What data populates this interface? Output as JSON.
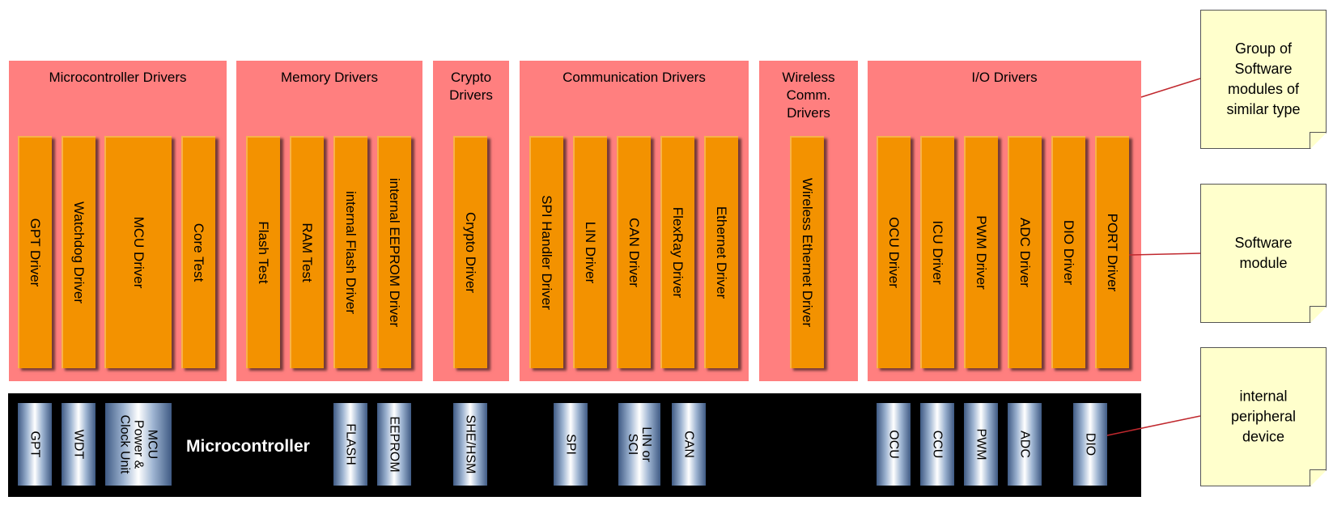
{
  "groups": [
    {
      "title": "Microcontroller Drivers",
      "modules": [
        "GPT Driver",
        "Watchdog Driver",
        "MCU Driver",
        "Core Test"
      ]
    },
    {
      "title": "Memory Drivers",
      "modules": [
        "Flash Test",
        "RAM Test",
        "internal Flash Driver",
        "internal EEPROM Driver"
      ]
    },
    {
      "title": "Crypto\nDrivers",
      "modules": [
        "Crypto Driver"
      ]
    },
    {
      "title": "Communication Drivers",
      "modules": [
        "SPI Handler Driver",
        "LIN Driver",
        "CAN Driver",
        "FlexRay Driver",
        "Ethernet Driver"
      ]
    },
    {
      "title": "Wireless\nComm.\nDrivers",
      "modules": [
        "Wireless Ethernet Driver"
      ]
    },
    {
      "title": "I/O Drivers",
      "modules": [
        "OCU Driver",
        "ICU Driver",
        "PWM Driver",
        "ADC Driver",
        "DIO Driver",
        "PORT Driver"
      ]
    }
  ],
  "microcontroller": {
    "label": "Microcontroller",
    "peripherals": [
      "GPT",
      "WDT",
      "MCU\nPower &\nClock Unit",
      "FLASH",
      "EEPROM",
      "SHE/HSM",
      "SPI",
      "LIN or\nSCI",
      "CAN",
      "OCU",
      "CCU",
      "PWM",
      "ADC",
      "DIO"
    ]
  },
  "legend": [
    "Group of\nSoftware\nmodules of\nsimilar type",
    "Software\nmodule",
    "internal\nperipheral\ndevice"
  ],
  "colors": {
    "group": "#ff7f7f",
    "module": "#f39200",
    "microcontroller": "#000000",
    "note": "#ffffcc",
    "connector": "#c0282e"
  }
}
